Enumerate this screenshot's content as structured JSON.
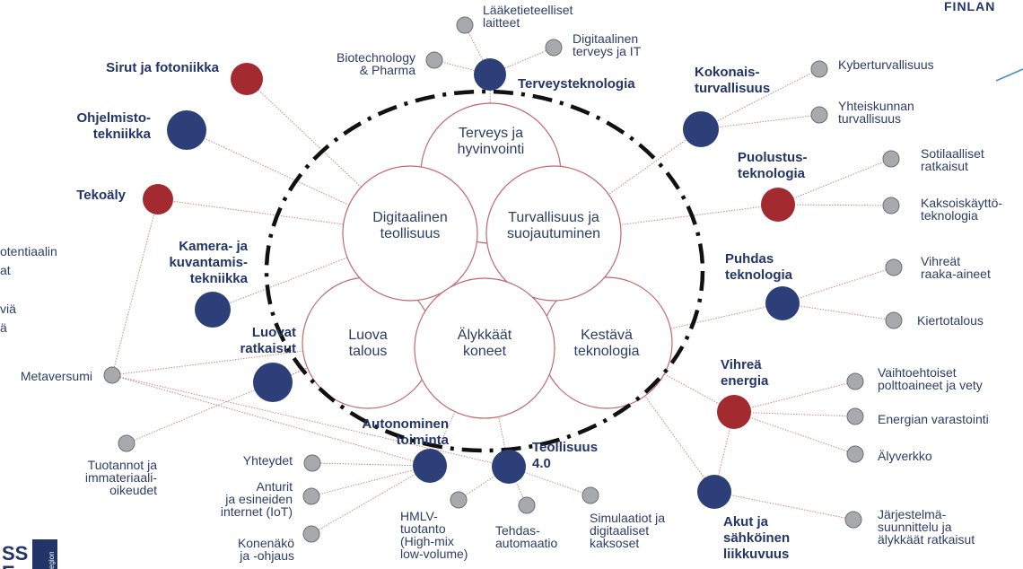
{
  "brand": "FINLAN",
  "logo": {
    "line1": "SS",
    "line2": "E",
    "tag": "egion"
  },
  "colors": {
    "navy": "#2d3f78",
    "red": "#a32a2f",
    "grey": "#a7a9ac",
    "line": "#c98a8a",
    "text": "#2c3d66"
  },
  "core": [
    {
      "id": "c-terveys",
      "lines": [
        "Terveys ja",
        "hyvinvointi"
      ]
    },
    {
      "id": "c-digi",
      "lines": [
        "Digitaalinen",
        "teollisuus"
      ]
    },
    {
      "id": "c-turva",
      "lines": [
        "Turvallisuus ja",
        "suojautuminen"
      ]
    },
    {
      "id": "c-luova",
      "lines": [
        "Luova",
        "talous"
      ]
    },
    {
      "id": "c-alykkaat",
      "lines": [
        "Älykkäät",
        "koneet"
      ]
    },
    {
      "id": "c-kestava",
      "lines": [
        "Kestävä",
        "teknologia"
      ]
    }
  ],
  "hubs": [
    {
      "id": "terveysteknologia",
      "color": "navy",
      "lines": [
        "Terveysteknologia"
      ]
    },
    {
      "id": "sirut",
      "color": "red",
      "lines": [
        "Sirut ja fotoniikka"
      ]
    },
    {
      "id": "ohjelmisto",
      "color": "navy",
      "lines": [
        "Ohjelmisto-",
        "tekniikka"
      ]
    },
    {
      "id": "tekoaly",
      "color": "red",
      "lines": [
        "Tekoäly"
      ]
    },
    {
      "id": "kamera",
      "color": "navy",
      "lines": [
        "Kamera- ja",
        "kuvantamis-",
        "tekniikka"
      ]
    },
    {
      "id": "luovat",
      "color": "navy",
      "lines": [
        "Luovat",
        "ratkaisut"
      ]
    },
    {
      "id": "autonominen",
      "color": "navy",
      "lines": [
        "Autonominen",
        "toiminta"
      ]
    },
    {
      "id": "teollisuus40",
      "color": "navy",
      "lines": [
        "Teollisuus",
        "4.0"
      ]
    },
    {
      "id": "kokonais",
      "color": "navy",
      "lines": [
        "Kokonais-",
        "turvallisuus"
      ]
    },
    {
      "id": "puolustus",
      "color": "red",
      "lines": [
        "Puolustus-",
        "teknologia"
      ]
    },
    {
      "id": "puhdas",
      "color": "navy",
      "lines": [
        "Puhdas",
        "teknologia"
      ]
    },
    {
      "id": "vihrea",
      "color": "red",
      "lines": [
        "Vihreä",
        "energia"
      ]
    },
    {
      "id": "akut",
      "color": "navy",
      "lines": [
        "Akut ja",
        "sähköinen",
        "liikkuvuus"
      ]
    }
  ],
  "leaves": [
    {
      "id": "laake",
      "lines": [
        "Lääketieteelliset",
        "laitteet"
      ]
    },
    {
      "id": "biotech",
      "lines": [
        "Biotechnology",
        "& Pharma"
      ]
    },
    {
      "id": "digiterveys",
      "lines": [
        "Digitaalinen",
        "terveys ja IT"
      ]
    },
    {
      "id": "kyber",
      "lines": [
        "Kyberturvallisuus"
      ]
    },
    {
      "id": "yhteiskunnan",
      "lines": [
        "Yhteiskunnan",
        "turvallisuus"
      ]
    },
    {
      "id": "sotilaalliset",
      "lines": [
        "Sotilaalliset",
        "ratkaisut"
      ]
    },
    {
      "id": "kaksois",
      "lines": [
        "Kaksoiskäyttö-",
        "teknologia"
      ]
    },
    {
      "id": "vihreat",
      "lines": [
        "Vihreät",
        "raaka-aineet"
      ]
    },
    {
      "id": "kierto",
      "lines": [
        "Kiertotalous"
      ]
    },
    {
      "id": "vaihto",
      "lines": [
        "Vaihtoehtoiset",
        "polttoaineet ja vety"
      ]
    },
    {
      "id": "varastointi",
      "lines": [
        "Energian varastointi"
      ]
    },
    {
      "id": "alyverkko",
      "lines": [
        "Älyverkko"
      ]
    },
    {
      "id": "jarjestelma",
      "lines": [
        "Järjestelmä-",
        "suunnittelu ja",
        "älykkäät ratkaisut"
      ]
    },
    {
      "id": "metaversumi",
      "lines": [
        "Metaversumi"
      ]
    },
    {
      "id": "tuotannot",
      "lines": [
        "Tuotannot ja",
        "immateriaali-",
        "oikeudet"
      ]
    },
    {
      "id": "yhteydet",
      "lines": [
        "Yhteydet"
      ]
    },
    {
      "id": "anturit",
      "lines": [
        "Anturit",
        "ja esineiden",
        "internet (IoT)"
      ]
    },
    {
      "id": "konenako",
      "lines": [
        "Konenäkö",
        "ja -ohjaus"
      ]
    },
    {
      "id": "hmlv",
      "lines": [
        "HMLV-",
        "tuotanto",
        "(High-mix",
        "low-volume)"
      ]
    },
    {
      "id": "tehdas",
      "lines": [
        "Tehdas-",
        "automaatio"
      ]
    },
    {
      "id": "simulaatiot",
      "lines": [
        "Simulaatiot ja",
        "digitaaliset",
        "kaksoset"
      ]
    }
  ],
  "cropped_left": [
    {
      "id": "crop1",
      "lines": [
        "otentiaalin",
        "at"
      ]
    },
    {
      "id": "crop2",
      "lines": [
        "viä",
        "ä"
      ]
    }
  ]
}
